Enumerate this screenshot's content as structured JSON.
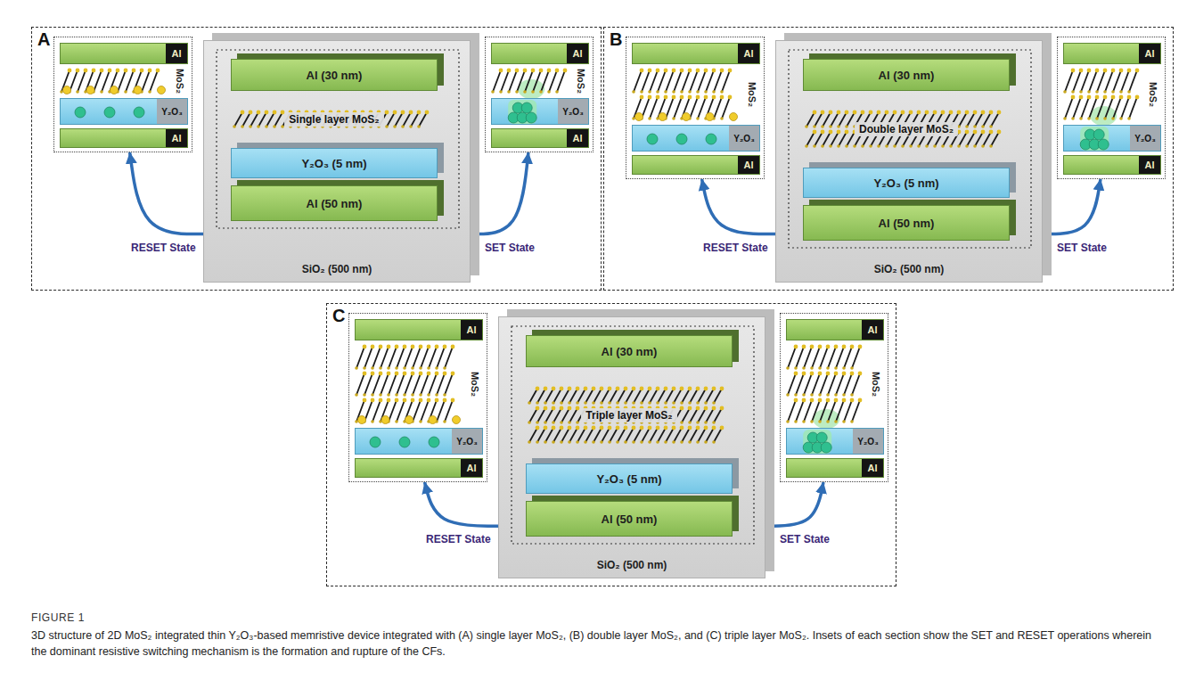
{
  "diagram": {
    "caption": "3D structure of 2D MoS₂ integrated thin Y₂O₃-based memristive device integrated with (A) single layer MoS₂, (B) double layer MoS₂, and (C) triple layer MoS₂. Insets of each section show the SET and RESET operations wherein the dominant resistive switching mechanism is the formation and rupture of the CFs.",
    "nodes": [
      {
        "text": [
          "A"
        ]
      },
      {
        "text": [
          "MoS₂"
        ],
        "in": 0
      },
      {
        "text": [
          "Al"
        ],
        "in": 1
      },
      {
        "text": [
          "Y₂O₃"
        ],
        "in": 1
      },
      {
        "text": [
          "Al"
        ],
        "in": 1
      },
      {
        "text": [
          "SiO₂ (500 nm)"
        ],
        "in": 0
      },
      {
        "text": [
          "Al (30 nm)"
        ],
        "in": 5
      },
      {
        "text": [
          "Single layer MoS₂"
        ],
        "in": 5
      },
      {
        "text": [
          "Y₂O₃ (5 nm)"
        ],
        "in": 5
      },
      {
        "text": [
          "Al (50 nm)"
        ],
        "in": 5
      },
      {
        "text": [
          "MoS₂"
        ],
        "in": 0
      },
      {
        "text": [
          "Al"
        ],
        "in": 10
      },
      {
        "text": [
          "Y₂O₃"
        ],
        "in": 10
      },
      {
        "text": [
          "Al"
        ],
        "in": 10
      },
      {
        "text": [
          "B"
        ]
      },
      {
        "text": [
          "MoS₂"
        ],
        "in": 14
      },
      {
        "text": [
          "Al"
        ],
        "in": 15
      },
      {
        "text": [
          "Y₂O₃"
        ],
        "in": 15
      },
      {
        "text": [
          "Al"
        ],
        "in": 15
      },
      {
        "text": [
          "SiO₂ (500 nm)"
        ],
        "in": 14
      },
      {
        "text": [
          "Al (30 nm)"
        ],
        "in": 19
      },
      {
        "text": [
          "Double layer MoS₂"
        ],
        "in": 19
      },
      {
        "text": [
          "Y₂O₃ (5 nm)"
        ],
        "in": 19
      },
      {
        "text": [
          "Al (50 nm)"
        ],
        "in": 19
      },
      {
        "text": [
          "MoS₂"
        ],
        "in": 14
      },
      {
        "text": [
          "Al"
        ],
        "in": 24
      },
      {
        "text": [
          "Y₂O₃"
        ],
        "in": 24
      },
      {
        "text": [
          "Al"
        ],
        "in": 24
      },
      {
        "text": [
          "C"
        ]
      },
      {
        "text": [
          "MoS₂"
        ],
        "in": 28
      },
      {
        "text": [
          "Al"
        ],
        "in": 29
      },
      {
        "text": [
          "Y₂O₃"
        ],
        "in": 29
      },
      {
        "text": [
          "Al"
        ],
        "in": 29
      },
      {
        "text": [
          "SiO₂ (500 nm)"
        ],
        "in": 28
      },
      {
        "text": [
          "Al (30 nm)"
        ],
        "in": 33
      },
      {
        "text": [
          "Triple layer MoS₂"
        ],
        "in": 33
      },
      {
        "text": [
          "Y₂O₃ (5 nm)"
        ],
        "in": 33
      },
      {
        "text": [
          "Al (50 nm)"
        ],
        "in": 33
      },
      {
        "text": [
          "MoS₂"
        ],
        "in": 28
      },
      {
        "text": [
          "Al"
        ],
        "in": 38
      },
      {
        "text": [
          "Y₂O₃"
        ],
        "in": 38
      },
      {
        "text": [
          "Al"
        ],
        "in": 38
      }
    ],
    "edges": [
      {
        "from": 5,
        "to": 1,
        "arrow": "to",
        "label": "RESET State"
      },
      {
        "from": 5,
        "to": 10,
        "arrow": "to",
        "label": "SET State"
      },
      {
        "from": 19,
        "to": 15,
        "arrow": "to",
        "label": "RESET State"
      },
      {
        "from": 19,
        "to": 24,
        "arrow": "to",
        "label": "SET State"
      },
      {
        "from": 33,
        "to": 29,
        "arrow": "to",
        "label": "RESET State"
      },
      {
        "from": 33,
        "to": 38,
        "arrow": "to",
        "label": "SET State"
      }
    ],
    "labels": [
      "FIGURE 1"
    ]
  }
}
